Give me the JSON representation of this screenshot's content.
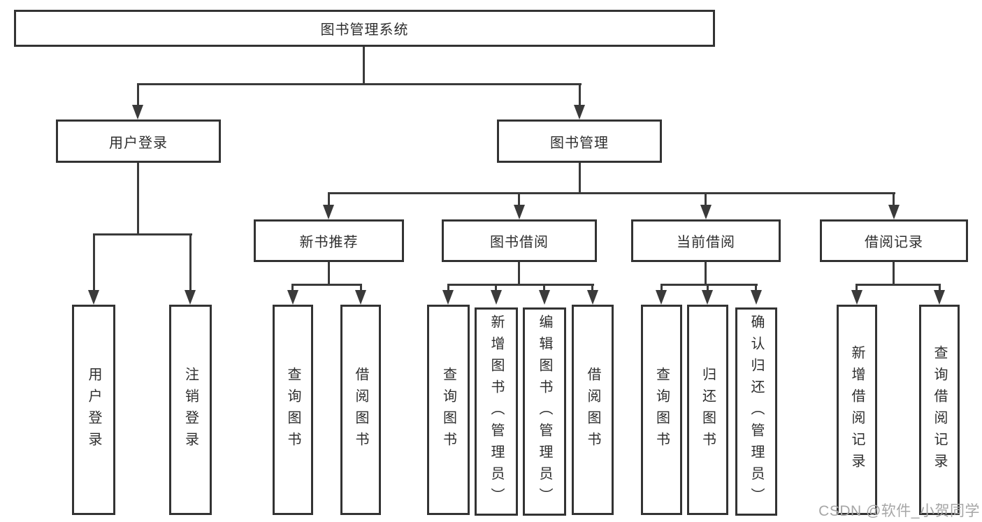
{
  "diagram": {
    "root": "图书管理系统",
    "level2": {
      "user_login": "用户登录",
      "book_mgmt": "图书管理"
    },
    "level3": {
      "new_books": "新书推荐",
      "book_borrow": "图书借阅",
      "current_borrow": "当前借阅",
      "borrow_records": "借阅记录"
    },
    "leaves": {
      "user_login": [
        "用户登录",
        "注销登录"
      ],
      "new_books": [
        "查询图书",
        "借阅图书"
      ],
      "book_borrow": [
        "查询图书",
        "新增图书（管理员）",
        "编辑图书（管理员）",
        "借阅图书"
      ],
      "current_borrow": [
        "查询图书",
        "归还图书",
        "确认归还（管理员）"
      ],
      "borrow_records": [
        "新增借阅记录",
        "查询借阅记录"
      ]
    }
  },
  "watermark": "CSDN @软件_小贺同学",
  "colors": {
    "line": "#3a3a3a",
    "box_border": "#333333",
    "text": "#2e2e2e",
    "watermark": "#a6a6a6",
    "background": "#ffffff"
  }
}
